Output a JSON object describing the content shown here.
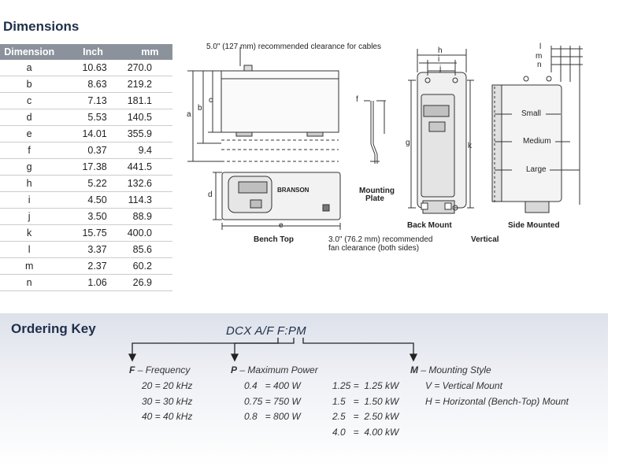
{
  "dimensions": {
    "title": "Dimensions",
    "headers": [
      "Dimension",
      "Inch",
      "mm"
    ],
    "rows": [
      [
        "a",
        "10.63",
        "270.0"
      ],
      [
        "b",
        "8.63",
        "219.2"
      ],
      [
        "c",
        "7.13",
        "181.1"
      ],
      [
        "d",
        "5.53",
        "140.5"
      ],
      [
        "e",
        "14.01",
        "355.9"
      ],
      [
        "f",
        "0.37",
        "9.4"
      ],
      [
        "g",
        "17.38",
        "441.5"
      ],
      [
        "h",
        "5.22",
        "132.6"
      ],
      [
        "i",
        "4.50",
        "114.3"
      ],
      [
        "j",
        "3.50",
        "88.9"
      ],
      [
        "k",
        "15.75",
        "400.0"
      ],
      [
        "l",
        "3.37",
        "85.6"
      ],
      [
        "m",
        "2.37",
        "60.2"
      ],
      [
        "n",
        "1.06",
        "26.9"
      ]
    ]
  },
  "drawings": {
    "clearance_cables": "5.0\" (127 mm) recommended clearance for cables",
    "clearance_fan_1": "3.0\" (76.2 mm) recommended",
    "clearance_fan_2": "fan clearance (both sides)",
    "mounting_plate_1": "Mounting",
    "mounting_plate_2": "Plate",
    "bench_top": "Bench Top",
    "back_mount": "Back Mount",
    "vertical": "Vertical",
    "side_mounted": "Side Mounted",
    "small": "Small",
    "medium": "Medium",
    "large": "Large",
    "brand": "BRANSON",
    "dim_labels": {
      "a": "a",
      "b": "b",
      "c": "c",
      "d": "d",
      "e": "e",
      "f": "f",
      "g": "g",
      "h": "h",
      "i": "i",
      "j": "j",
      "k": "k",
      "l": "l",
      "m": "m",
      "n": "n"
    }
  },
  "ordering_key": {
    "title": "Ordering Key",
    "code_prefix": "DCX A/F",
    "code_f": "F",
    "code_colon": ":",
    "code_p": "P",
    "code_m": "M",
    "frequency": {
      "letter": "F",
      "label": "– Frequency",
      "items": [
        "20 = 20 kHz",
        "30 = 30 kHz",
        "40 = 40 kHz"
      ]
    },
    "power": {
      "letter": "P",
      "label": "– Maximum Power",
      "col1": [
        "0.4   = 400 W",
        "0.75 = 750 W",
        "0.8   = 800 W"
      ],
      "col2": [
        "1.25 =  1.25 kW",
        "1.5   =  1.50 kW",
        "2.5   =  2.50 kW",
        "4.0   =  4.00 kW"
      ]
    },
    "mounting": {
      "letter": "M",
      "label": "– Mounting Style",
      "items": [
        "V = Vertical Mount",
        "H = Horizontal (Bench-Top) Mount"
      ]
    }
  }
}
